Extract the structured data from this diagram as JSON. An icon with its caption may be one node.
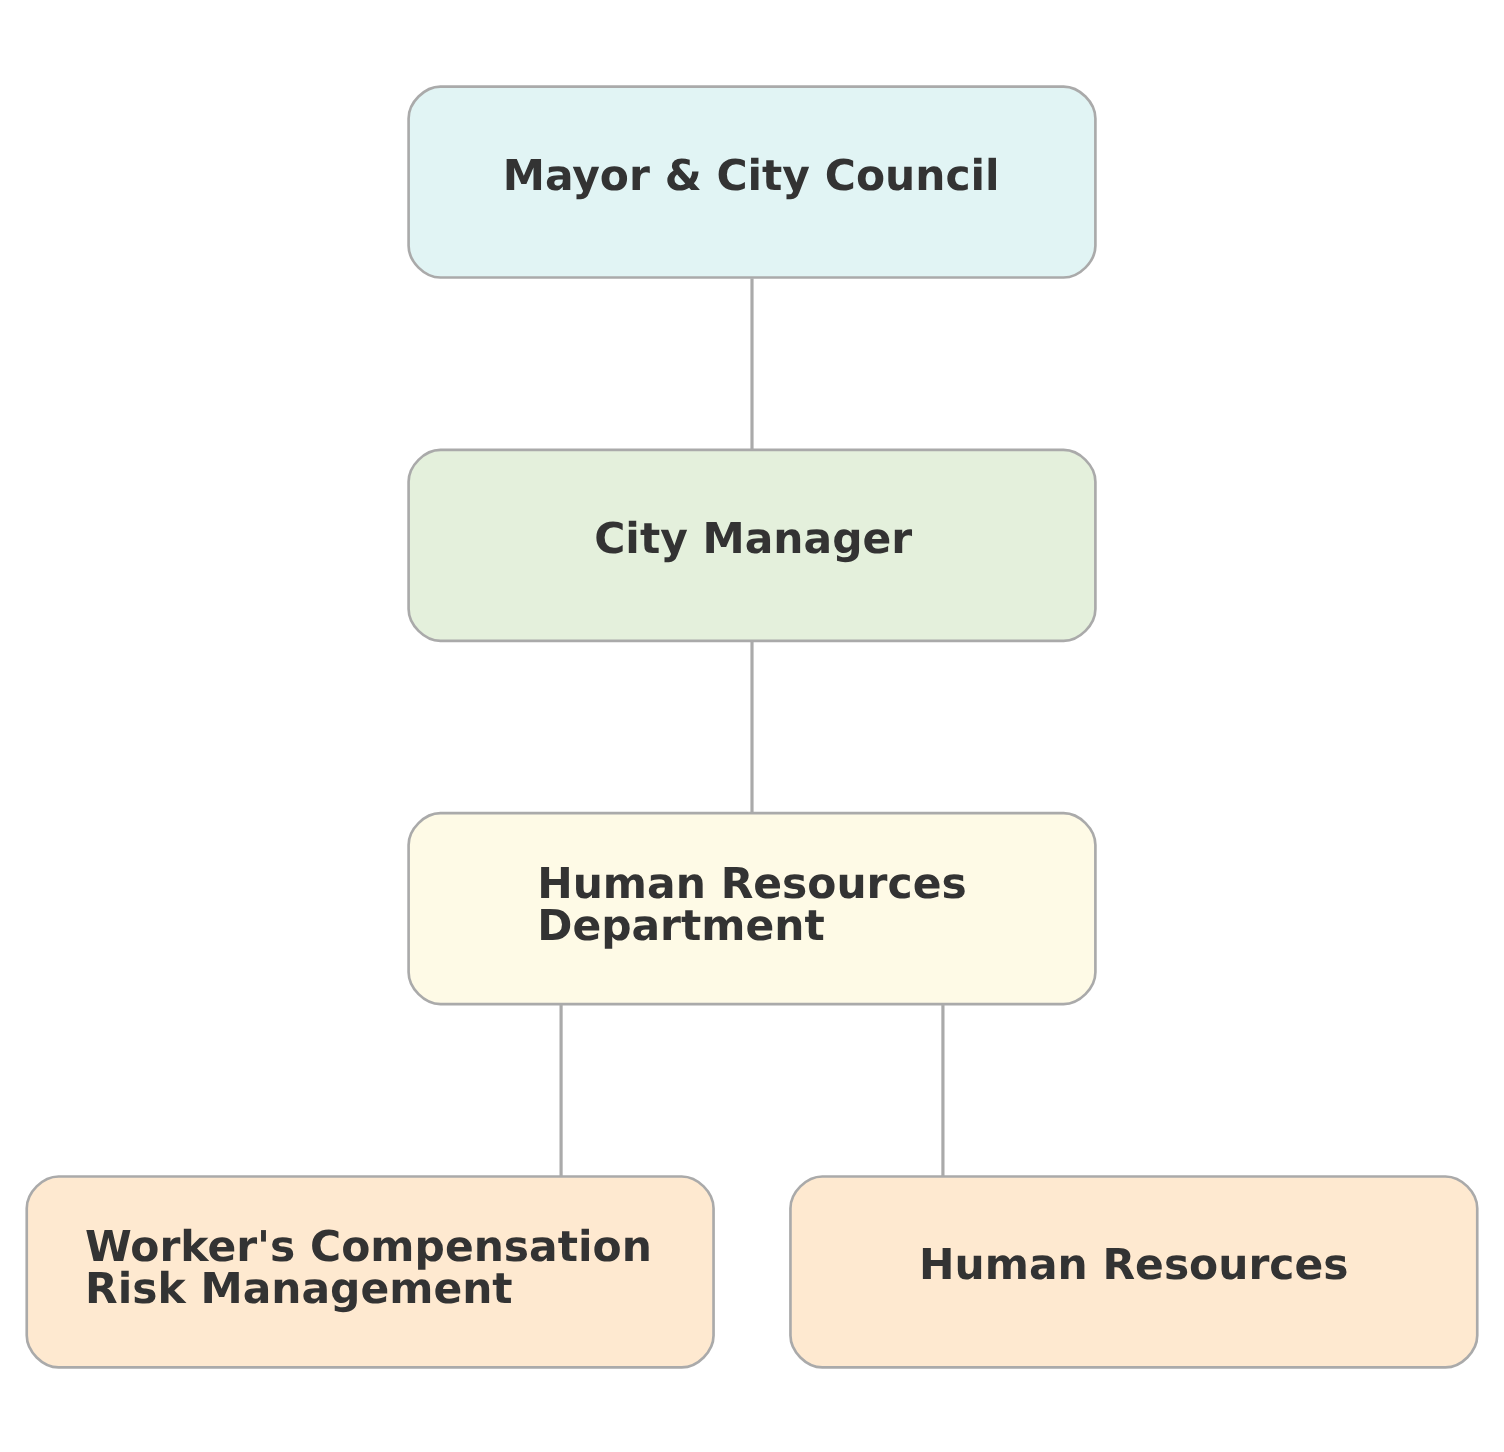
{
  "diagram": {
    "nodes": [
      {
        "text": [
          "Mayor & City Council"
        ]
      },
      {
        "text": [
          "City Manager"
        ]
      },
      {
        "text": [
          "Human Resources Department"
        ]
      },
      {
        "text": [
          "Worker's Compensation Risk Management"
        ]
      },
      {
        "text": [
          "Human Resources"
        ]
      }
    ],
    "edges": [
      {
        "from": 0,
        "to": 1,
        "arrow": "none"
      },
      {
        "from": 1,
        "to": 2,
        "arrow": "none"
      },
      {
        "from": 2,
        "to": 3,
        "arrow": "none"
      },
      {
        "from": 2,
        "to": 4,
        "arrow": "none"
      }
    ]
  }
}
